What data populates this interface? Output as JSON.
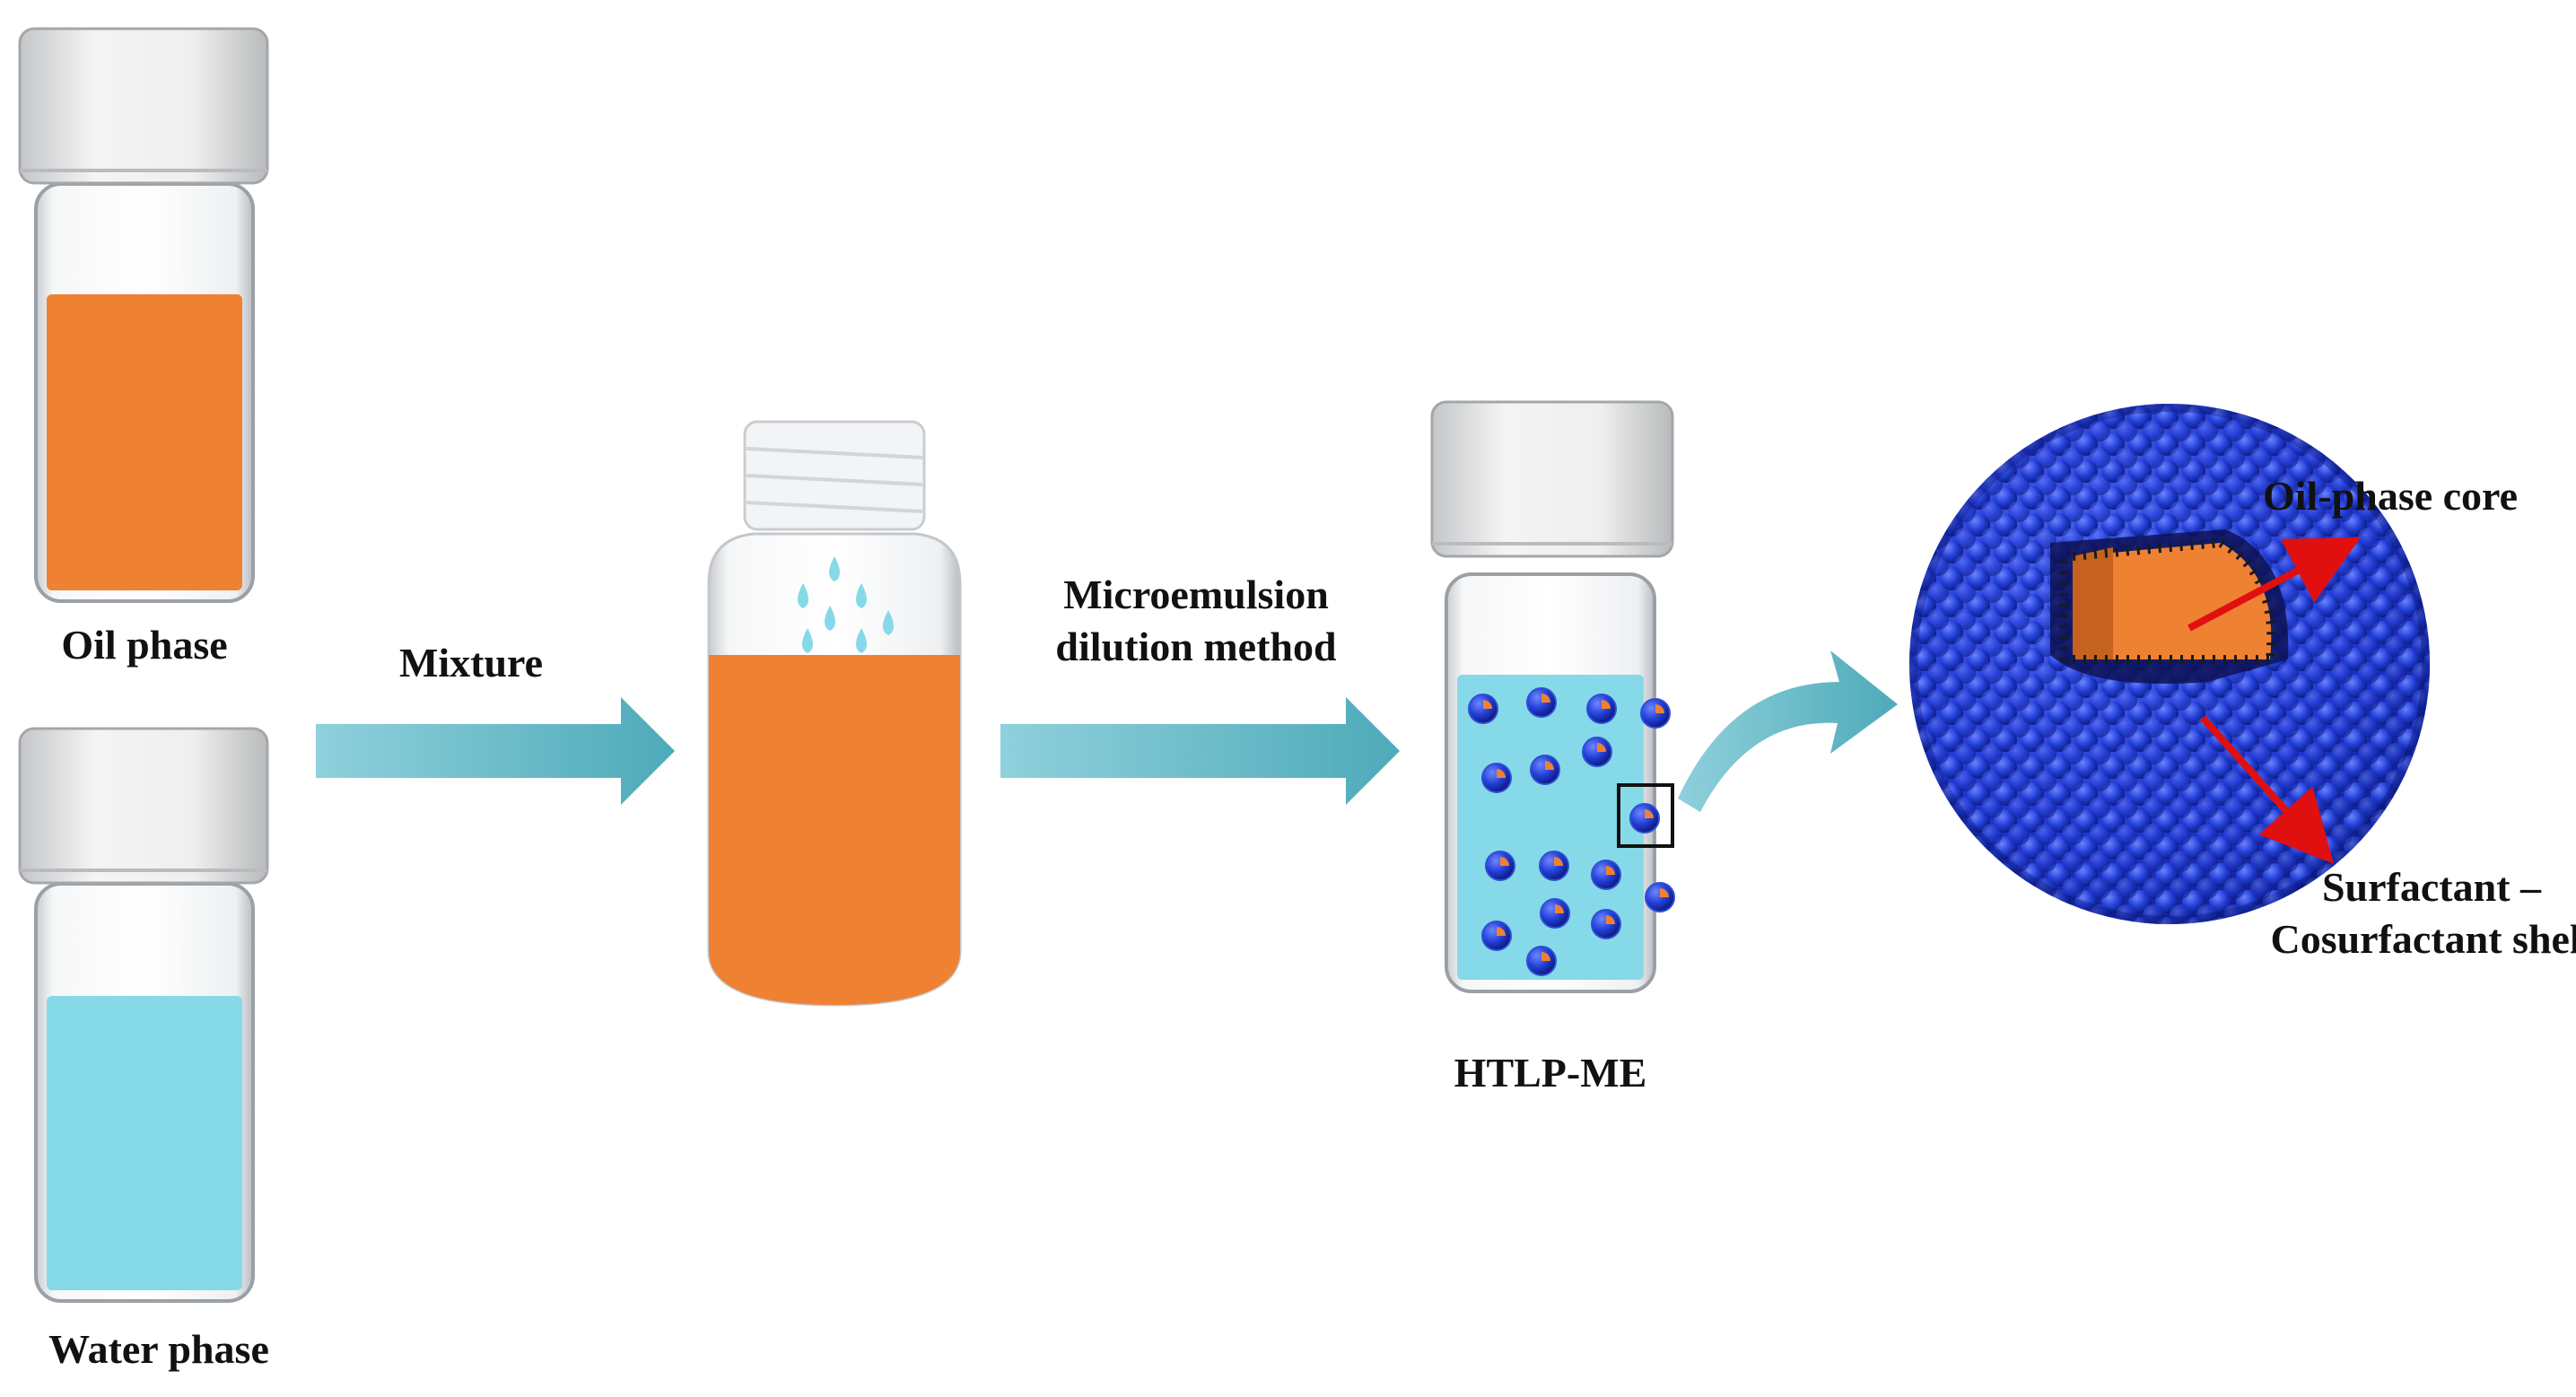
{
  "labels": {
    "oil_phase": "Oil phase",
    "water_phase": "Water phase",
    "mixture": "Mixture",
    "method_line1": "Microemulsion",
    "method_line2": "dilution method",
    "product": "HTLP-ME",
    "core": "Oil-phase core",
    "shell_line1": "Surfactant –",
    "shell_line2": "Cosurfactant shell"
  },
  "colors": {
    "oil": "#ef8133",
    "water": "#86d9e8",
    "arrow": "#5fb8c7",
    "droplet_shell": "#2f4fd6",
    "pointer": "#e01010"
  }
}
